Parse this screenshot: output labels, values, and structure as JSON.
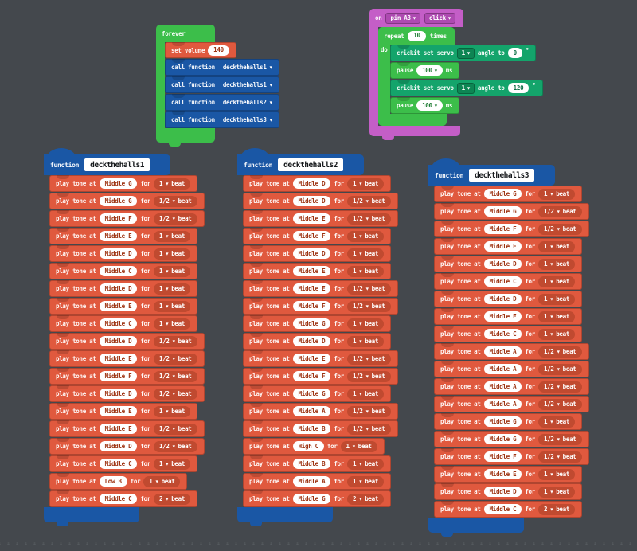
{
  "colors": {
    "background": "#44484d",
    "loops_green": "#3cbe4a",
    "music_red": "#e0593e",
    "music_beat_pill": "#c04a30",
    "functions_blue": "#1a57a5",
    "input_magenta": "#c45ec7",
    "magenta_dropdown": "#ae4ab1",
    "crickit_teal": "#14a46b",
    "crickit_dropdown": "#0d8553"
  },
  "forever_stack": {
    "header_label": "forever",
    "set_volume": {
      "label": "set volume",
      "value": "140"
    },
    "calls": [
      {
        "label": "call function",
        "function": "deckthehalls1"
      },
      {
        "label": "call function",
        "function": "deckthehalls1"
      },
      {
        "label": "call function",
        "function": "deckthehalls2"
      },
      {
        "label": "call function",
        "function": "deckthehalls3"
      }
    ]
  },
  "pin_event_stack": {
    "on_label": "on",
    "pin": "pin A3",
    "event": "click",
    "repeat": {
      "label": "repeat",
      "count": "10",
      "times_label": "times",
      "do_label": "do"
    },
    "body": [
      {
        "type": "crickit",
        "label": "crickit set servo",
        "servo": "1",
        "angle_label": "angle to",
        "angle": "0",
        "degree": "°"
      },
      {
        "type": "pause",
        "label": "pause",
        "value": "100",
        "unit": "ms"
      },
      {
        "type": "crickit",
        "label": "crickit set servo",
        "servo": "1",
        "angle_label": "angle to",
        "angle": "120",
        "degree": "°"
      },
      {
        "type": "pause",
        "label": "pause",
        "value": "100",
        "unit": "ms"
      }
    ]
  },
  "play_tone_labels": {
    "prefix": "play tone at",
    "for_label": "for",
    "beat_label": "beat"
  },
  "functions": [
    {
      "keyword": "function",
      "name": "deckthehalls1",
      "tones": [
        {
          "note": "Middle G",
          "beats": "1"
        },
        {
          "note": "Middle G",
          "beats": "1/2"
        },
        {
          "note": "Middle F",
          "beats": "1/2"
        },
        {
          "note": "Middle E",
          "beats": "1"
        },
        {
          "note": "Middle D",
          "beats": "1"
        },
        {
          "note": "Middle C",
          "beats": "1"
        },
        {
          "note": "Middle D",
          "beats": "1"
        },
        {
          "note": "Middle E",
          "beats": "1"
        },
        {
          "note": "Middle C",
          "beats": "1"
        },
        {
          "note": "Middle D",
          "beats": "1/2"
        },
        {
          "note": "Middle E",
          "beats": "1/2"
        },
        {
          "note": "Middle F",
          "beats": "1/2"
        },
        {
          "note": "Middle D",
          "beats": "1/2"
        },
        {
          "note": "Middle E",
          "beats": "1"
        },
        {
          "note": "Middle E",
          "beats": "1/2"
        },
        {
          "note": "Middle D",
          "beats": "1/2"
        },
        {
          "note": "Middle C",
          "beats": "1"
        },
        {
          "note": "Low B",
          "beats": "1"
        },
        {
          "note": "Middle C",
          "beats": "2"
        }
      ]
    },
    {
      "keyword": "function",
      "name": "deckthehalls2",
      "tones": [
        {
          "note": "Middle D",
          "beats": "1"
        },
        {
          "note": "Middle D",
          "beats": "1/2"
        },
        {
          "note": "Middle E",
          "beats": "1/2"
        },
        {
          "note": "Middle F",
          "beats": "1"
        },
        {
          "note": "Middle D",
          "beats": "1"
        },
        {
          "note": "Middle E",
          "beats": "1"
        },
        {
          "note": "Middle E",
          "beats": "1/2"
        },
        {
          "note": "Middle F",
          "beats": "1/2"
        },
        {
          "note": "Middle G",
          "beats": "1"
        },
        {
          "note": "Middle D",
          "beats": "1"
        },
        {
          "note": "Middle E",
          "beats": "1/2"
        },
        {
          "note": "Middle F",
          "beats": "1/2"
        },
        {
          "note": "Middle G",
          "beats": "1"
        },
        {
          "note": "Middle A",
          "beats": "1/2"
        },
        {
          "note": "Middle B",
          "beats": "1/2"
        },
        {
          "note": "High C",
          "beats": "1"
        },
        {
          "note": "Middle B",
          "beats": "1"
        },
        {
          "note": "Middle A",
          "beats": "1"
        },
        {
          "note": "Middle G",
          "beats": "2"
        }
      ]
    },
    {
      "keyword": "function",
      "name": "deckthehalls3",
      "tones": [
        {
          "note": "Middle G",
          "beats": "1"
        },
        {
          "note": "Middle G",
          "beats": "1/2"
        },
        {
          "note": "Middle F",
          "beats": "1/2"
        },
        {
          "note": "Middle E",
          "beats": "1"
        },
        {
          "note": "Middle D",
          "beats": "1"
        },
        {
          "note": "Middle C",
          "beats": "1"
        },
        {
          "note": "Middle D",
          "beats": "1"
        },
        {
          "note": "Middle E",
          "beats": "1"
        },
        {
          "note": "Middle C",
          "beats": "1"
        },
        {
          "note": "Middle A",
          "beats": "1/2"
        },
        {
          "note": "Middle A",
          "beats": "1/2"
        },
        {
          "note": "Middle A",
          "beats": "1/2"
        },
        {
          "note": "Middle A",
          "beats": "1/2"
        },
        {
          "note": "Middle G",
          "beats": "1"
        },
        {
          "note": "Middle G",
          "beats": "1/2"
        },
        {
          "note": "Middle F",
          "beats": "1/2"
        },
        {
          "note": "Middle E",
          "beats": "1"
        },
        {
          "note": "Middle D",
          "beats": "1"
        },
        {
          "note": "Middle C",
          "beats": "2"
        }
      ]
    }
  ]
}
